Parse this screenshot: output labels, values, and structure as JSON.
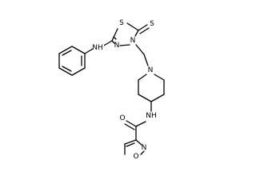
{
  "figure": {
    "type": "chemical-structure",
    "atoms": {
      "S": "S",
      "thione_S": "S",
      "ring_N3": "N",
      "ring_N4": "N",
      "amine_NH": "NH",
      "piperidine_N": "N",
      "amide_NH": "NH",
      "carbonyl_O": "O",
      "isoxazole_N": "N",
      "isoxazole_O": "O"
    },
    "colors": {
      "bond": "#000000",
      "label": "#000000",
      "background": "#ffffff"
    }
  }
}
